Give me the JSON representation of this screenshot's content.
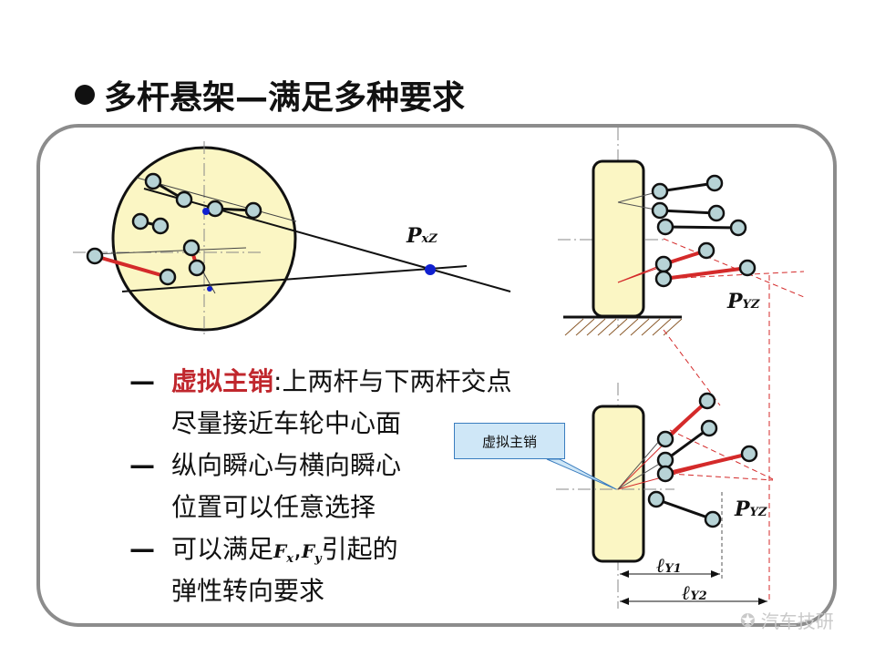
{
  "title": "多杆悬架—满足多种要求",
  "points": [
    {
      "prefix": "",
      "highlight": "虚拟主销",
      "rest": ":上两杆与下两杆交点"
    },
    {
      "continuation": "尽量接近车轮中心面"
    },
    {
      "prefix": "纵向瞬心与横向瞬心"
    },
    {
      "continuation": "位置可以任意选择"
    },
    {
      "prefix": "可以满足",
      "fx": "F",
      "fx_sub": "x",
      "sep": " , ",
      "fy": "F",
      "fy_sub": "y",
      "rest": " 引起的"
    },
    {
      "continuation": "弹性转向要求"
    }
  ],
  "dash": "—",
  "callout": "虚拟主销",
  "labels": {
    "pxz_main": "P",
    "pxz_sub": "xZ",
    "pyz_main": "P",
    "pyz_sub": "YZ",
    "ly_main": "ℓ",
    "ly1_sub": "Y1",
    "ly2_sub": "Y2"
  },
  "watermark": "汽车技研",
  "colors": {
    "wheel_fill": "#fbf6c4",
    "joint_fill": "#b7d3d6",
    "red_link": "#d42a2a",
    "blue_point": "#1020d0",
    "frame": "#8c8c8c"
  }
}
